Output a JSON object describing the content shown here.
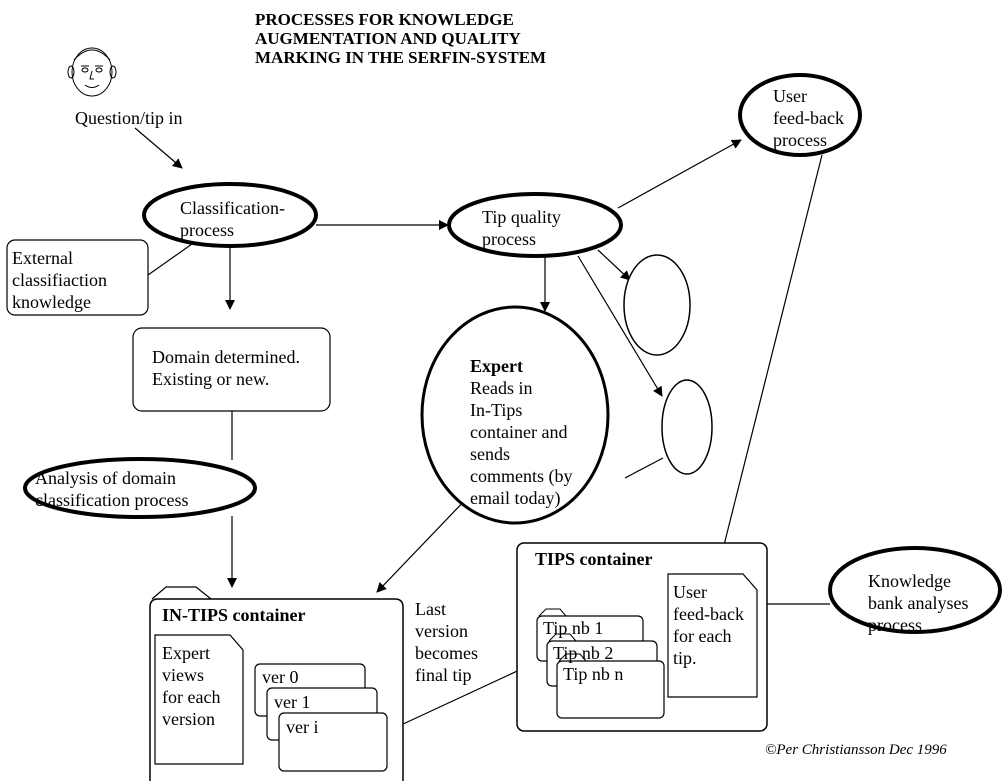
{
  "title": "PROCESSES FOR  KNOWLEDGE\nAUGMENTATION AND QUALITY\nMARKING IN THE SERFIN-SYSTEM",
  "question_tip_in": "Question/tip in",
  "classification_process": "Classification-\nprocess",
  "external_knowledge": "External\nclassifiaction\nknowledge",
  "domain_determined": "Domain determined.\nExisting or new.",
  "analysis_domain": "Analysis of domain\nclassification process",
  "tip_quality_process": "Tip quality\nprocess",
  "user_feedback_process": "User\nfeed-back\nprocess",
  "expert": {
    "heading": "Expert",
    "text": "Reads in\nIn-Tips\ncontainer and\nsends\ncomments (by\nemail today)"
  },
  "in_tips": {
    "title": "IN-TIPS container",
    "expert_views": "Expert\nviews\nfor each\nversion",
    "versions": [
      "ver 0",
      "ver 1",
      "ver i"
    ]
  },
  "last_version_note": "Last\nversion\nbecomes\nfinal tip",
  "tips": {
    "title": "TIPS container",
    "items": [
      "Tip nb 1",
      "Tip nb 2",
      "Tip nb n"
    ],
    "user_feedback_doc": "User\nfeed-back\nfor each\ntip."
  },
  "knowledge_bank": "Knowledge\nbank analyses\nprocess",
  "copyright": "©Per Christiansson Dec 1996"
}
